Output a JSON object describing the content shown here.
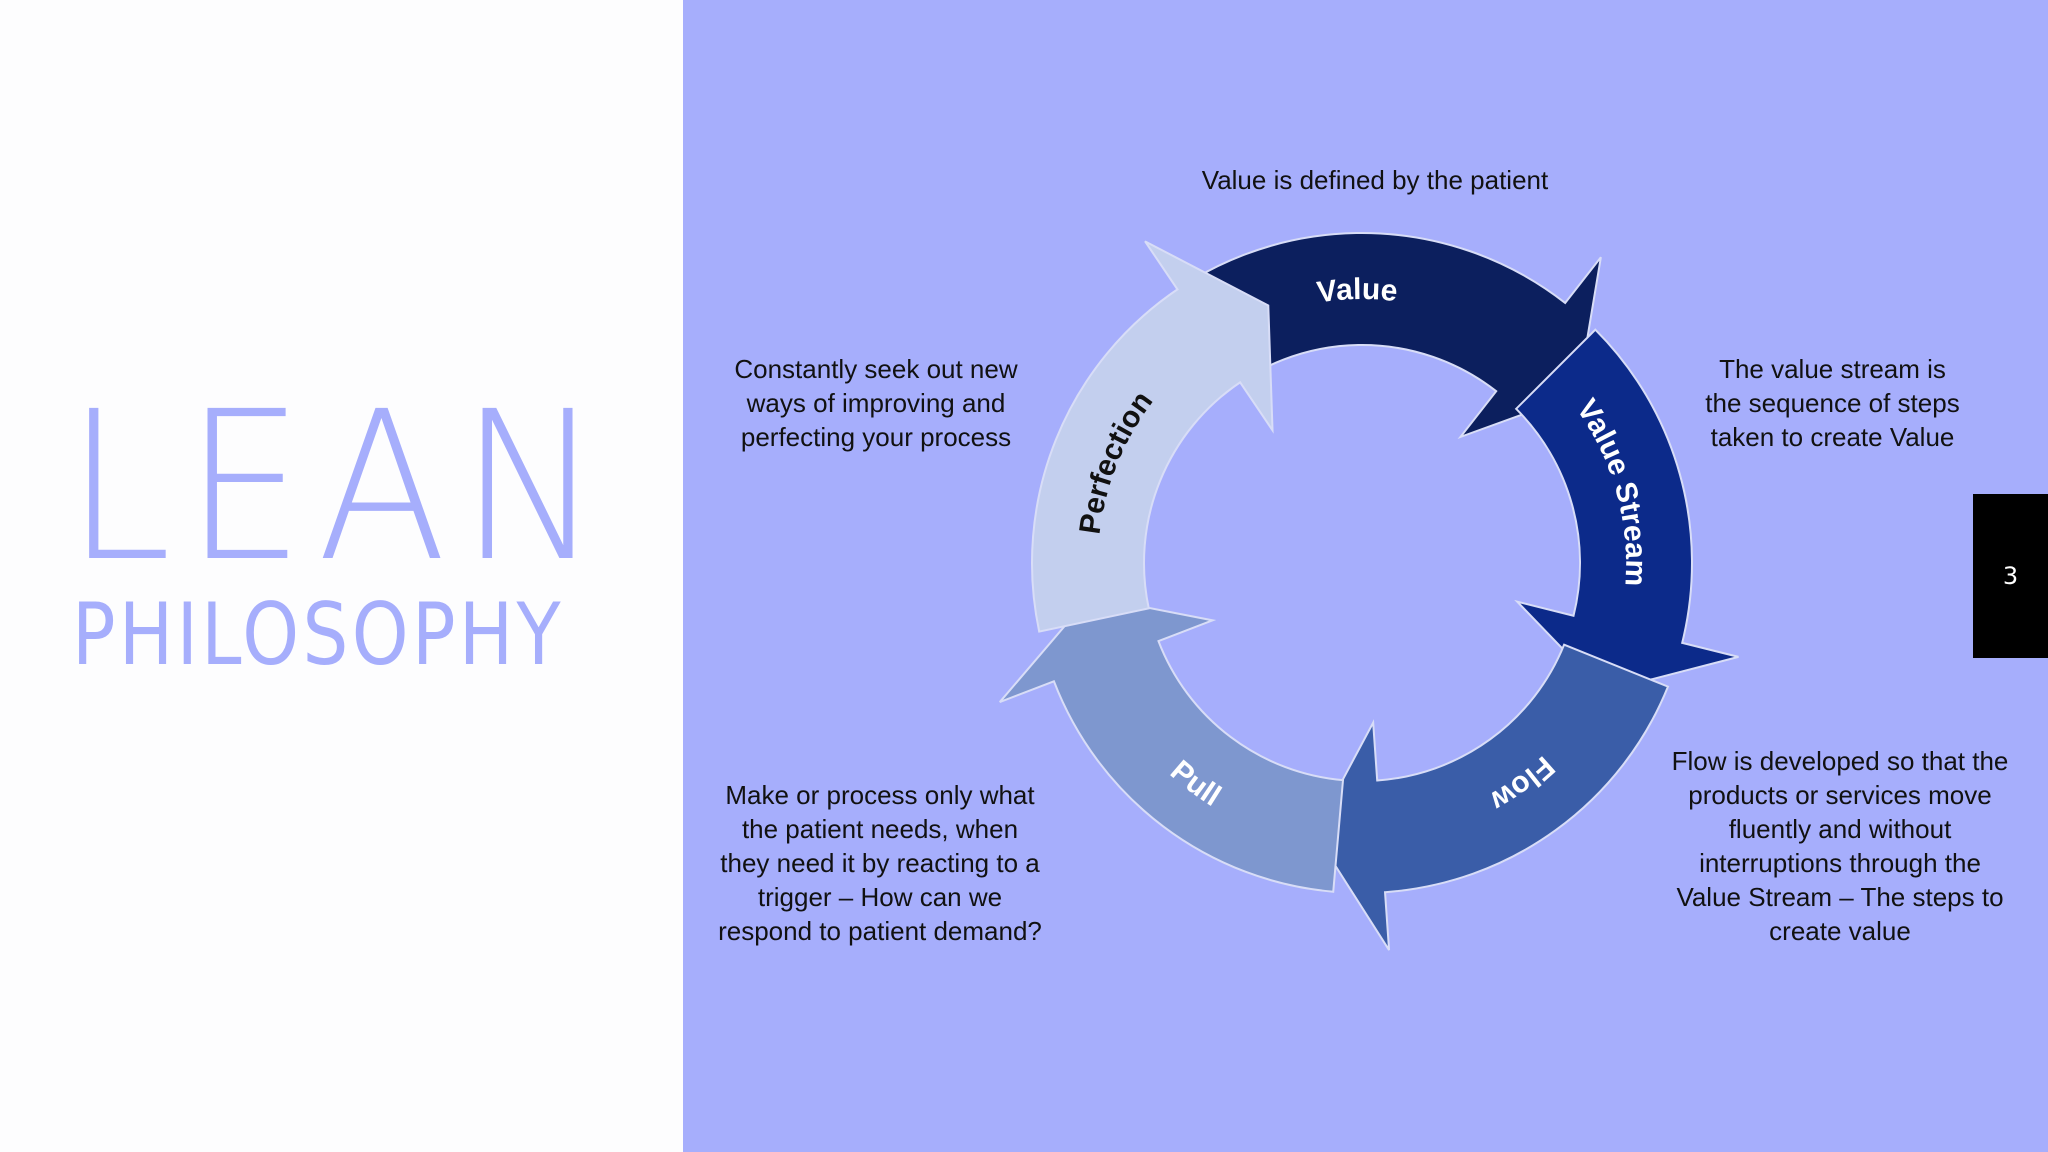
{
  "slide": {
    "title": "LEAN",
    "subtitle": "PHILOSOPHY",
    "page_number": "3"
  },
  "diagram": {
    "stages": [
      {
        "label": "Value",
        "color": "#0c1f5e",
        "text_color": "#ffffff",
        "description": "Value is defined by the patient"
      },
      {
        "label": "Value Stream",
        "color": "#0c2a8a",
        "text_color": "#ffffff",
        "description": "The value stream is\nthe sequence of steps\ntaken to create Value"
      },
      {
        "label": "Flow",
        "color": "#3a5da8",
        "text_color": "#ffffff",
        "description": "Flow is developed so that the\nproducts or services move\nfluently and without\ninterruptions through the\nValue Stream – The steps to\ncreate value"
      },
      {
        "label": "Pull",
        "color": "#7e97cf",
        "text_color": "#ffffff",
        "description": "Make or process only what\nthe patient needs, when\nthey need it by reacting to a\ntrigger – How can we\nrespond to patient demand?"
      },
      {
        "label": "Perfection",
        "color": "#c3cfee",
        "text_color": "#111111",
        "description": "Constantly seek out new\nways of improving and\nperfecting your process"
      }
    ]
  },
  "colors": {
    "left_background": "#fdfdfe",
    "right_background": "#a6aefc",
    "title_color": "#a6aefc",
    "page_tab": "#000000"
  }
}
